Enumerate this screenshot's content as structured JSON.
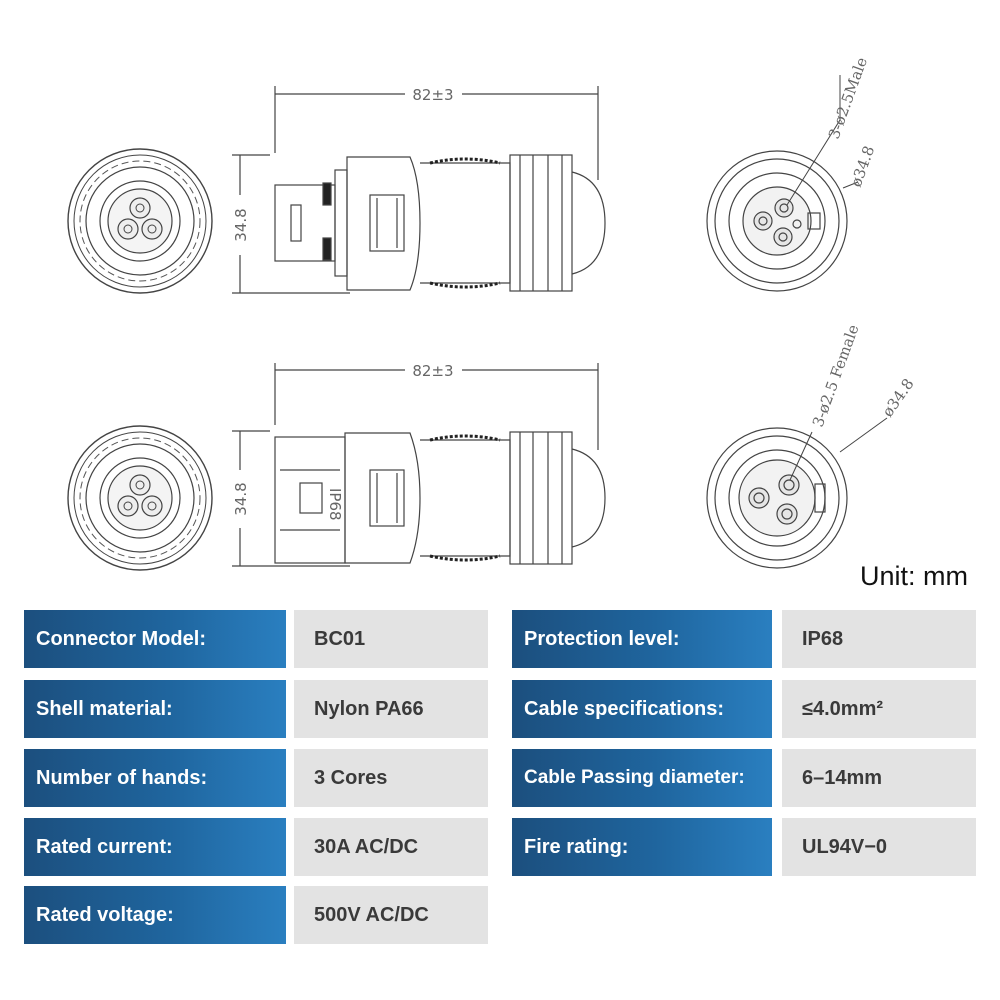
{
  "dimensions": {
    "length_male": "82±3",
    "length_female": "82±3",
    "height_male": "34.8",
    "height_female": "34.8",
    "male_pins": "3-ø2.5Male",
    "male_diameter": "ø34.8",
    "female_pins": "3-ø2.5 Female",
    "female_diameter": "ø34.8",
    "body_marking": "IP68"
  },
  "unit_label": "Unit: mm",
  "specs_left": [
    {
      "label": "Connector Model:",
      "value": "BC01"
    },
    {
      "label": "Shell material:",
      "value": "Nylon PA66"
    },
    {
      "label": "Number of hands:",
      "value": "3 Cores"
    },
    {
      "label": "Rated current:",
      "value": "30A AC/DC"
    },
    {
      "label": "Rated voltage:",
      "value": "500V AC/DC"
    }
  ],
  "specs_right": [
    {
      "label": "Protection level:",
      "value": "IP68"
    },
    {
      "label": "Cable specifications:",
      "value": "≤4.0mm²"
    },
    {
      "label": "Cable Passing diameter:",
      "value": "6–14mm"
    },
    {
      "label": "Fire rating:",
      "value": "UL94V−0"
    }
  ],
  "colors": {
    "label_bg": "#1f659e",
    "value_bg": "#e3e3e3",
    "line": "#444444"
  }
}
